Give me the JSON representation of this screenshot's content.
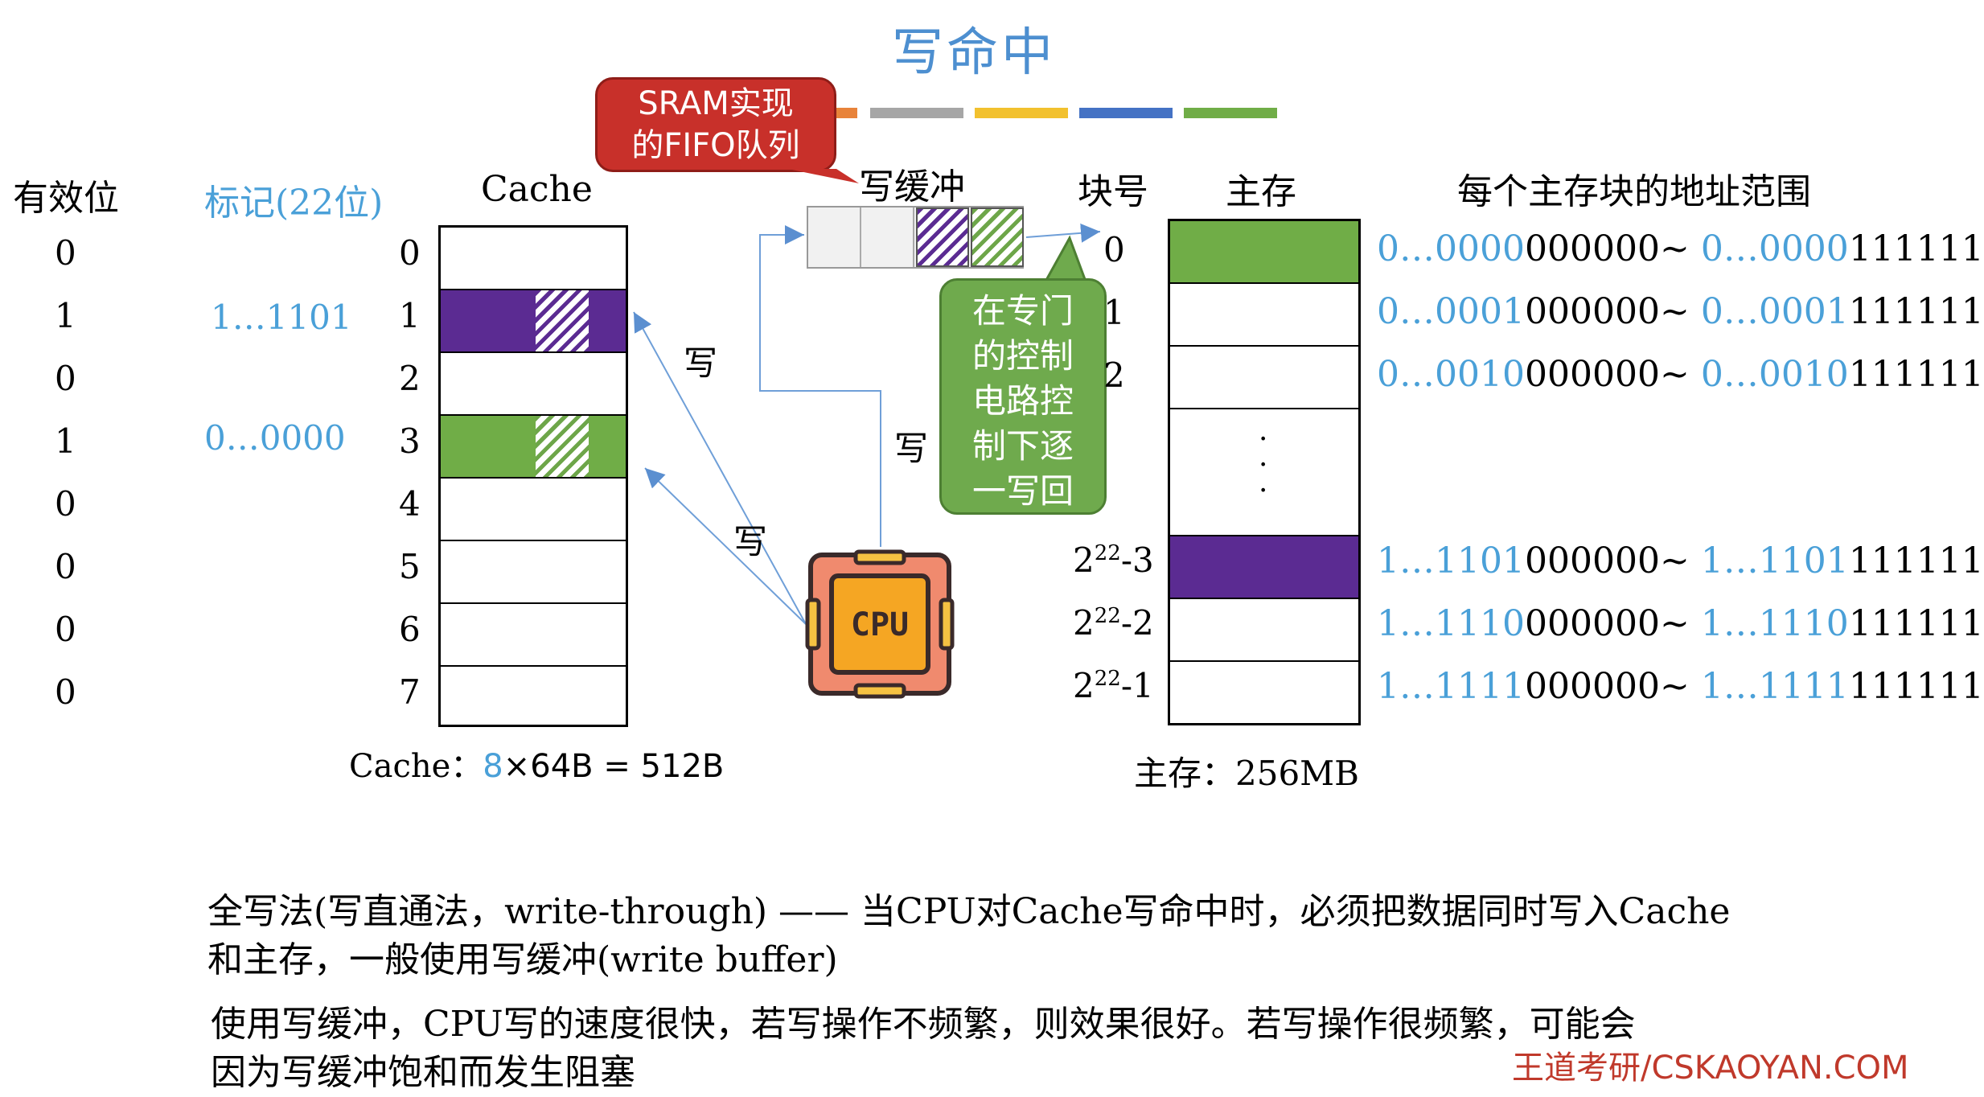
{
  "title": "写命中",
  "callout_sram": "SRAM实现的FIFO队列",
  "callout_sram_l1": "SRAM实现",
  "callout_sram_l2": "的FIFO队列",
  "color_bars": [
    "#e8833a",
    "#a6a6a6",
    "#f2c12e",
    "#4472c4",
    "#70ad47"
  ],
  "headers": {
    "valid": "有效位",
    "tag": "标记(22位)",
    "cache": "Cache",
    "write_buffer": "写缓冲",
    "block_no": "块号",
    "main_mem": "主存",
    "addr_range": "每个主存块的地址范围"
  },
  "cache_rows": [
    {
      "valid": "0",
      "tag": "",
      "index": "0"
    },
    {
      "valid": "1",
      "tag": "1…1101",
      "index": "1"
    },
    {
      "valid": "0",
      "tag": "",
      "index": "2"
    },
    {
      "valid": "1",
      "tag": "0…0000",
      "index": "3"
    },
    {
      "valid": "0",
      "tag": "",
      "index": "4"
    },
    {
      "valid": "0",
      "tag": "",
      "index": "5"
    },
    {
      "valid": "0",
      "tag": "",
      "index": "6"
    },
    {
      "valid": "0",
      "tag": "",
      "index": "7"
    }
  ],
  "cache_caption_prefix": "Cache：",
  "cache_caption_num": "8",
  "cache_caption_rest": "×64B = 512B",
  "write_labels": [
    "写",
    "写",
    "写"
  ],
  "cpu_label": "CPU",
  "callout_green_lines": [
    "在专门",
    "的控制",
    "电路控",
    "制下逐",
    "一写回"
  ],
  "mem_rows": [
    {
      "block": "0",
      "addr_blue1": "0…0000",
      "addr_black1": "000000~",
      "addr_blue2": "0…0000",
      "addr_black2": "111111"
    },
    {
      "block": "1",
      "addr_blue1": "0…0001",
      "addr_black1": "000000~",
      "addr_blue2": "0…0001",
      "addr_black2": "111111"
    },
    {
      "block": "2",
      "addr_blue1": "0…0010",
      "addr_black1": "000000~",
      "addr_blue2": "0…0010",
      "addr_black2": "111111"
    },
    {
      "block": "2",
      "block_sup": "22",
      "block_suffix": "-3",
      "addr_blue1": "1…1101",
      "addr_black1": "000000~",
      "addr_blue2": "1…1101",
      "addr_black2": "111111"
    },
    {
      "block": "2",
      "block_sup": "22",
      "block_suffix": "-2",
      "addr_blue1": "1…1110",
      "addr_black1": "000000~",
      "addr_blue2": "1…1110",
      "addr_black2": "111111"
    },
    {
      "block": "2",
      "block_sup": "22",
      "block_suffix": "-1",
      "addr_blue1": "1…1111",
      "addr_black1": "000000~",
      "addr_blue2": "1…1111",
      "addr_black2": "111111"
    }
  ],
  "mem_ellipsis": "·\n·\n·",
  "mem_caption": "主存：256MB",
  "para1_line1": "全写法(写直通法，write-through) —— 当CPU对Cache写命中时，必须把数据同时写入Cache",
  "para1_line2": "和主存，一般使用写缓冲(write buffer)",
  "para2_line1": "使用写缓冲，CPU写的速度很快，若写操作不频繁，则效果很好。若写操作很频繁，可能会",
  "para2_line2": "因为写缓冲饱和而发生阻塞",
  "footer": "王道考研/CSKAOYAN.COM",
  "colors": {
    "purple": "#5b2b92",
    "green": "#70ad47",
    "red": "#c8302a",
    "blue_text": "#4aa0d8",
    "footer": "#c0392b"
  }
}
